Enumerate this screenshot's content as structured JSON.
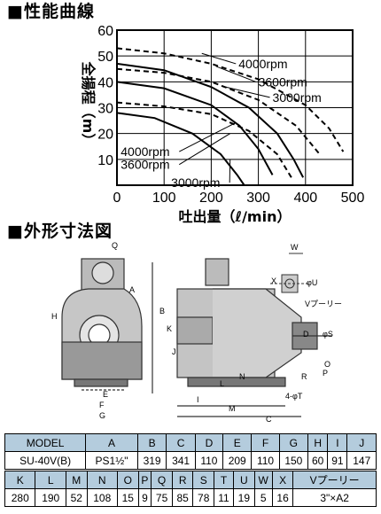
{
  "sections": {
    "performance": "■性能曲線",
    "dimensions": "■外形寸法図"
  },
  "chart_data": {
    "type": "line",
    "xlabel": "吐出量（ℓ/min）",
    "ylabel": "全揚程（m）",
    "xlim": [
      0,
      500
    ],
    "ylim": [
      0,
      60
    ],
    "xticks": [
      0,
      100,
      200,
      300,
      400,
      500
    ],
    "yticks": [
      10,
      20,
      30,
      40,
      50,
      60
    ],
    "grid": true,
    "series": [
      {
        "name": "4000rpm",
        "style": "dashed",
        "x": [
          0,
          100,
          200,
          300,
          400,
          450,
          480
        ],
        "y": [
          53,
          51,
          47,
          41,
          31,
          22,
          13
        ]
      },
      {
        "name": "3600rpm",
        "style": "dashed",
        "x": [
          0,
          100,
          200,
          300,
          380,
          430
        ],
        "y": [
          45,
          43.5,
          40,
          33,
          23,
          12
        ]
      },
      {
        "name": "3000rpm",
        "style": "dashed",
        "x": [
          0,
          100,
          200,
          280,
          340,
          370
        ],
        "y": [
          32,
          30.5,
          27.5,
          21,
          12,
          3
        ]
      },
      {
        "name": "4000rpm",
        "style": "solid",
        "x": [
          0,
          100,
          200,
          280,
          340,
          375,
          395
        ],
        "y": [
          47,
          44.5,
          38,
          30,
          20,
          10,
          3
        ]
      },
      {
        "name": "3600rpm",
        "style": "solid",
        "x": [
          0,
          100,
          200,
          260,
          300,
          330
        ],
        "y": [
          40,
          37.5,
          31,
          23,
          14,
          4
        ]
      },
      {
        "name": "3000rpm",
        "style": "solid",
        "x": [
          0,
          80,
          160,
          220,
          255,
          270
        ],
        "y": [
          28,
          26,
          20,
          12,
          4,
          0
        ]
      }
    ],
    "curve_labels": [
      "4000rpm",
      "3600rpm",
      "3000rpm",
      "4000rpm",
      "3600rpm",
      "3000rpm"
    ]
  },
  "drawing": {
    "labels": [
      "Q",
      "A",
      "H",
      "B",
      "E",
      "F",
      "G",
      "K",
      "J",
      "I",
      "M",
      "C",
      "L",
      "N",
      "R",
      "P",
      "O",
      "D",
      "W",
      "X",
      "φU",
      "Vプーリー",
      "φS",
      "4-φT"
    ]
  },
  "spec_table_1": {
    "headers": [
      "MODEL",
      "A",
      "B",
      "C",
      "D",
      "E",
      "F",
      "G",
      "H",
      "I",
      "J"
    ],
    "values": [
      "SU-40V(B)",
      "PS1½\"",
      "319",
      "341",
      "110",
      "209",
      "110",
      "150",
      "60",
      "91",
      "147"
    ]
  },
  "spec_table_2": {
    "headers": [
      "K",
      "L",
      "M",
      "N",
      "O",
      "P",
      "Q",
      "R",
      "S",
      "T",
      "U",
      "W",
      "X",
      "Vプーリー"
    ],
    "values": [
      "280",
      "190",
      "52",
      "108",
      "15",
      "9",
      "75",
      "85",
      "78",
      "11",
      "19",
      "5",
      "16",
      "3\"×A2"
    ]
  },
  "colors": {
    "table_header_bg": "#b4ccdd",
    "drawing_line": "#333333"
  }
}
